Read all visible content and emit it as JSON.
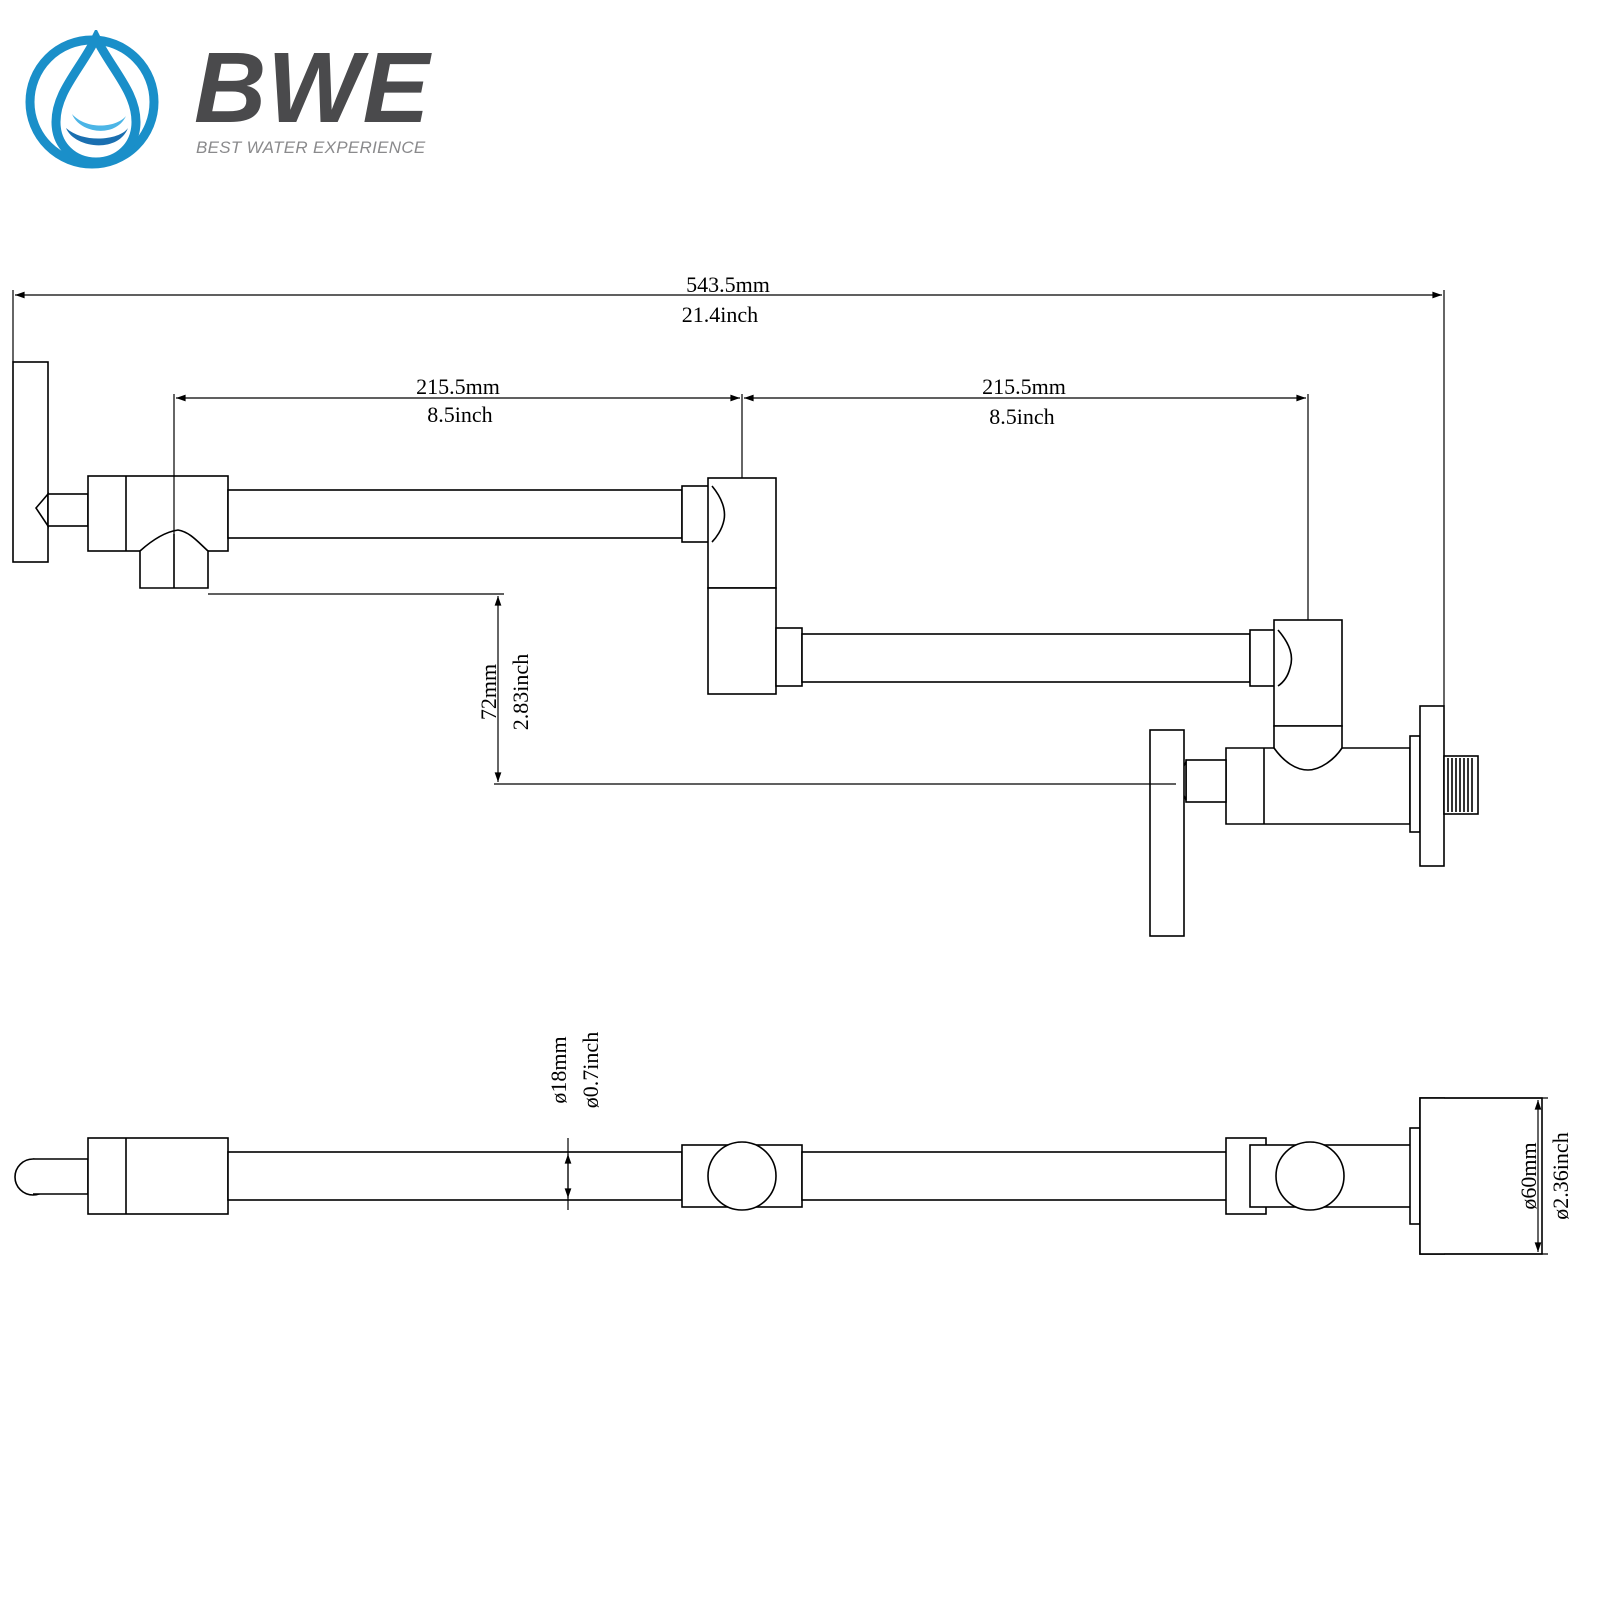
{
  "logo": {
    "wordmark": "BWE",
    "tagline": "BEST WATER EXPERIENCE",
    "colors": {
      "drop": "#1a8fc9",
      "drop_dark": "#1a6fb0",
      "text": "#4a4a4c"
    }
  },
  "dimensions": {
    "overall_mm": "543.5mm",
    "overall_inch": "21.4inch",
    "arm1_mm": "215.5mm",
    "arm1_inch": "8.5inch",
    "arm2_mm": "215.5mm",
    "arm2_inch": "8.5inch",
    "drop_mm": "72mm",
    "drop_inch": "2.83inch",
    "pipe_dia_mm": "ø18mm",
    "pipe_dia_inch": "ø0.7inch",
    "flange_dia_mm": "ø60mm",
    "flange_dia_inch": "ø2.36inch"
  }
}
